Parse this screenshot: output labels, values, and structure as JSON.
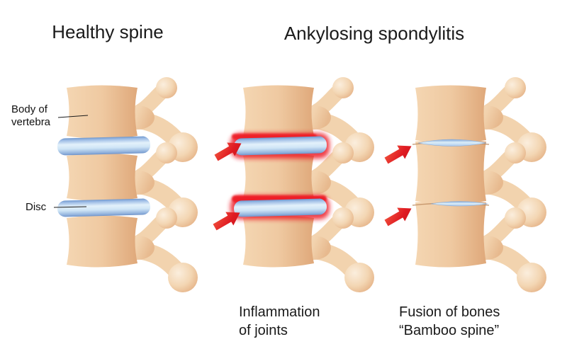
{
  "background_color": "#ffffff",
  "titles": {
    "healthy": "Healthy spine",
    "disease": "Ankylosing spondylitis"
  },
  "healthy_panel": {
    "name": "Healthy spine diagram",
    "label_body_line1": "Body of",
    "label_body_line2": "vertebra",
    "label_disc": "Disc"
  },
  "inflammation_panel": {
    "name": "Inflamed spine diagram",
    "caption_line1": "Inflammation",
    "caption_line2": "of joints",
    "arrow_count": 2
  },
  "fusion_panel": {
    "name": "Fused spine diagram",
    "caption_line1": "Fusion of bones",
    "caption_line2": "“Bamboo spine”",
    "arrow_count": 2
  },
  "colors": {
    "bone": "#efc9a1",
    "bone_shadow": "#dfa87a",
    "bone_highlight": "#f8e2c8",
    "disc_blue_edge": "#6f97cd",
    "disc_blue_center": "#e3f1fb",
    "inflammation_red": "#ee1c25",
    "arrow_red": "#e01b22",
    "text": "#1a1a1a"
  }
}
